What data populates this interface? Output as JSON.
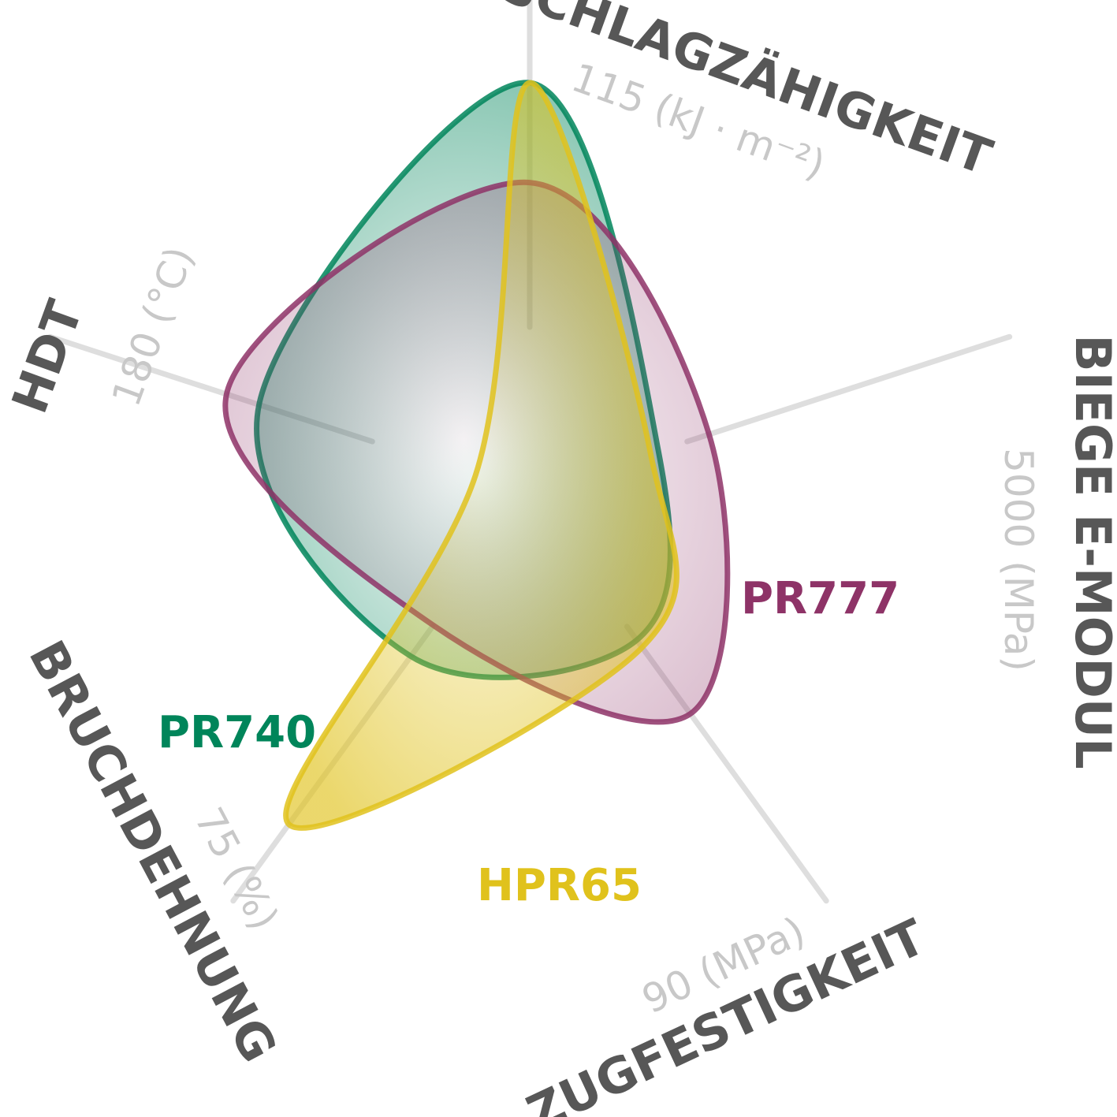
{
  "chart_data": {
    "type": "radar",
    "axes": [
      {
        "name": "SCHLAGZÄHIGKEIT",
        "max_label": "115 (kJ · m⁻²)",
        "max": 115
      },
      {
        "name": "BIEGE E-MODUL",
        "max_label": "5000 (MPa)",
        "max": 5000
      },
      {
        "name": "ZUGFESTIGKEIT",
        "max_label": "90 (MPa)",
        "max": 90
      },
      {
        "name": "BRUCHDEHNUNG",
        "max_label": "75 (%)",
        "max": 75
      },
      {
        "name": "HDT",
        "max_label": "180 (°C)",
        "max": 180
      }
    ],
    "series": [
      {
        "name": "PR740",
        "color": "#00855a",
        "values": [
          115,
          1650,
          40,
          37,
          125
        ]
      },
      {
        "name": "PR777",
        "color": "#8e3367",
        "values": [
          87,
          2300,
          60,
          30,
          140
        ]
      },
      {
        "name": "HPR65",
        "color": "#e0c21c",
        "values": [
          115,
          1550,
          42,
          75,
          25
        ]
      }
    ],
    "grid": false,
    "legend": "inline labels"
  }
}
